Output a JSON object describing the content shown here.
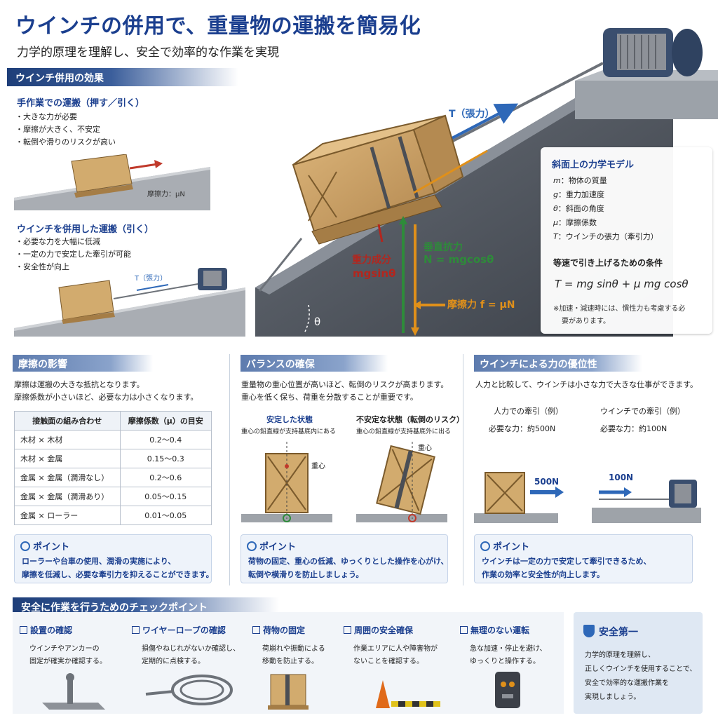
{
  "header": {
    "title": "ウインチの併用で、重量物の運搬を簡易化",
    "subtitle": "力学的原理を理解し、安全で効率的な作業を実現"
  },
  "effects": {
    "band": "ウインチ併用の効果",
    "manual": {
      "heading": "手作業での運搬（押す／引く）",
      "items": [
        "大きな力が必要",
        "摩擦が大きく、不安定",
        "転倒や滑りのリスクが高い"
      ],
      "friction_label": "摩擦力：μN"
    },
    "winch": {
      "heading": "ウインチを併用した運搬（引く）",
      "items": [
        "必要な力を大幅に低減",
        "一定の力で安定した牽引が可能",
        "安全性が向上"
      ],
      "tension_label": "T（張力）"
    }
  },
  "slope": {
    "tension_label": "T（張力）",
    "gravity_label": "重力成分",
    "gravity_formula": "mgsinθ",
    "normal_label": "垂直抗力",
    "normal_formula": "N = mgcosθ",
    "friction_label": "摩擦力 f = μN",
    "angle_label": "θ"
  },
  "model": {
    "title": "斜面上の力学モデル",
    "variables": [
      {
        "sym": "m",
        "desc": "物体の質量"
      },
      {
        "sym": "g",
        "desc": "重力加速度"
      },
      {
        "sym": "θ",
        "desc": "斜面の角度"
      },
      {
        "sym": "μ",
        "desc": "摩擦係数"
      },
      {
        "sym": "T",
        "desc": "ウインチの張力（牽引力）"
      }
    ],
    "condition_title": "等速で引き上げるための条件",
    "equation": "T = mg sinθ + μ mg cosθ",
    "note_line1": "※加速・減速時には、慣性力も考慮する必",
    "note_line2": "要があります。"
  },
  "friction_section": {
    "title": "摩擦の影響",
    "text1": "摩擦は運搬の大きな抵抗となります。",
    "text2": "摩擦係数が小さいほど、必要な力は小さくなります。",
    "table": {
      "headers": [
        "接触面の組み合わせ",
        "摩擦係数（μ）の目安"
      ],
      "rows": [
        [
          "木材 × 木材",
          "0.2〜0.4"
        ],
        [
          "木材 × 金属",
          "0.15〜0.3"
        ],
        [
          "金属 × 金属（潤滑なし）",
          "0.2〜0.6"
        ],
        [
          "金属 × 金属（潤滑あり）",
          "0.05〜0.15"
        ],
        [
          "金属 × ローラー",
          "0.01〜0.05"
        ]
      ]
    },
    "point_title": "ポイント",
    "point_line1": "ローラーや台車の使用、潤滑の実施により、",
    "point_line2": "摩擦を低減し、必要な牽引力を抑えることができます。"
  },
  "balance_section": {
    "title": "バランスの確保",
    "text1": "重量物の重心位置が高いほど、転倒のリスクが高まります。",
    "text2": "重心を低く保ち、荷重を分散することが重要です。",
    "stable_title": "安定した状態",
    "stable_desc": "重心の鉛直線が支持基底内にある",
    "unstable_title": "不安定な状態（転倒のリスク）",
    "unstable_desc": "重心の鉛直線が支持基底外に出る",
    "cog_label": "重心",
    "point_title": "ポイント",
    "point_line1": "荷物の固定、重心の低減、ゆっくりとした操作を心がけ、",
    "point_line2": "転倒や横滑りを防止しましょう。"
  },
  "advantage_section": {
    "title": "ウインチによる力の優位性",
    "text1": "人力と比較して、ウインチは小さな力で大きな仕事ができます。",
    "manual_title": "人力での牽引（例）",
    "manual_force": "必要な力：約500N",
    "winch_title": "ウインチでの牽引（例）",
    "winch_force": "必要な力：約100N",
    "manual_arrow": "500N",
    "winch_arrow": "100N",
    "point_title": "ポイント",
    "point_line1": "ウインチは一定の力で安定して牽引できるため、",
    "point_line2": "作業の効率と安全性が向上します。"
  },
  "checklist": {
    "band": "安全に作業を行うためのチェックポイント",
    "items": [
      {
        "title": "設置の確認",
        "line1": "ウインチやアンカーの",
        "line2": "固定が確実か確認する。"
      },
      {
        "title": "ワイヤーロープの確認",
        "line1": "損傷やねじれがないか確認し、",
        "line2": "定期的に点検する。"
      },
      {
        "title": "荷物の固定",
        "line1": "荷崩れや振動による",
        "line2": "移動を防止する。"
      },
      {
        "title": "周囲の安全確保",
        "line1": "作業エリアに人や障害物が",
        "line2": "ないことを確認する。"
      },
      {
        "title": "無理のない運転",
        "line1": "急な加速・停止を避け、",
        "line2": "ゆっくりと操作する。"
      }
    ]
  },
  "safety_first": {
    "title": "安全第一",
    "line1": "力学的原理を理解し、",
    "line2": "正しくウインチを使用することで、",
    "line3": "安全で効率的な運搬作業を",
    "line4": "実現しましょう。"
  },
  "colors": {
    "navy": "#1b3f8f",
    "band": "#1e3e79",
    "red": "#b3261e",
    "green": "#2e8b3a",
    "orange": "#e0901a",
    "arrow_blue": "#2e68b8",
    "wood": "#c9a063",
    "slope": "#4b5159"
  }
}
